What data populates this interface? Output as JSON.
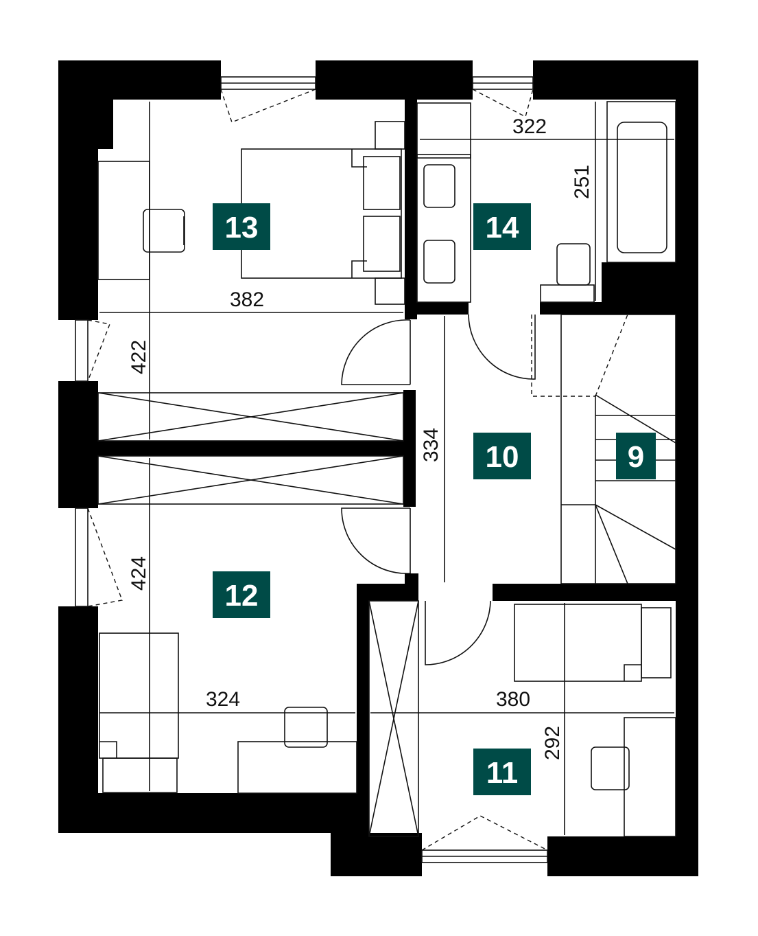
{
  "colors": {
    "wall": "#000000",
    "label_box": "#004b47",
    "label_text": "#ffffff",
    "line": "#111111",
    "background": "#ffffff"
  },
  "rooms": [
    {
      "id": "13",
      "label": "13"
    },
    {
      "id": "14",
      "label": "14"
    },
    {
      "id": "10",
      "label": "10"
    },
    {
      "id": "9",
      "label": "9"
    },
    {
      "id": "12",
      "label": "12"
    },
    {
      "id": "11",
      "label": "11"
    }
  ],
  "dimensions": [
    {
      "id": "room13-width",
      "text": "382"
    },
    {
      "id": "room13-height",
      "text": "422"
    },
    {
      "id": "room14-width",
      "text": "322"
    },
    {
      "id": "room14-height",
      "text": "251"
    },
    {
      "id": "hall-height",
      "text": "334"
    },
    {
      "id": "room12-height",
      "text": "424"
    },
    {
      "id": "room12-width",
      "text": "324"
    },
    {
      "id": "room11-width",
      "text": "380"
    },
    {
      "id": "room11-height",
      "text": "292"
    }
  ]
}
